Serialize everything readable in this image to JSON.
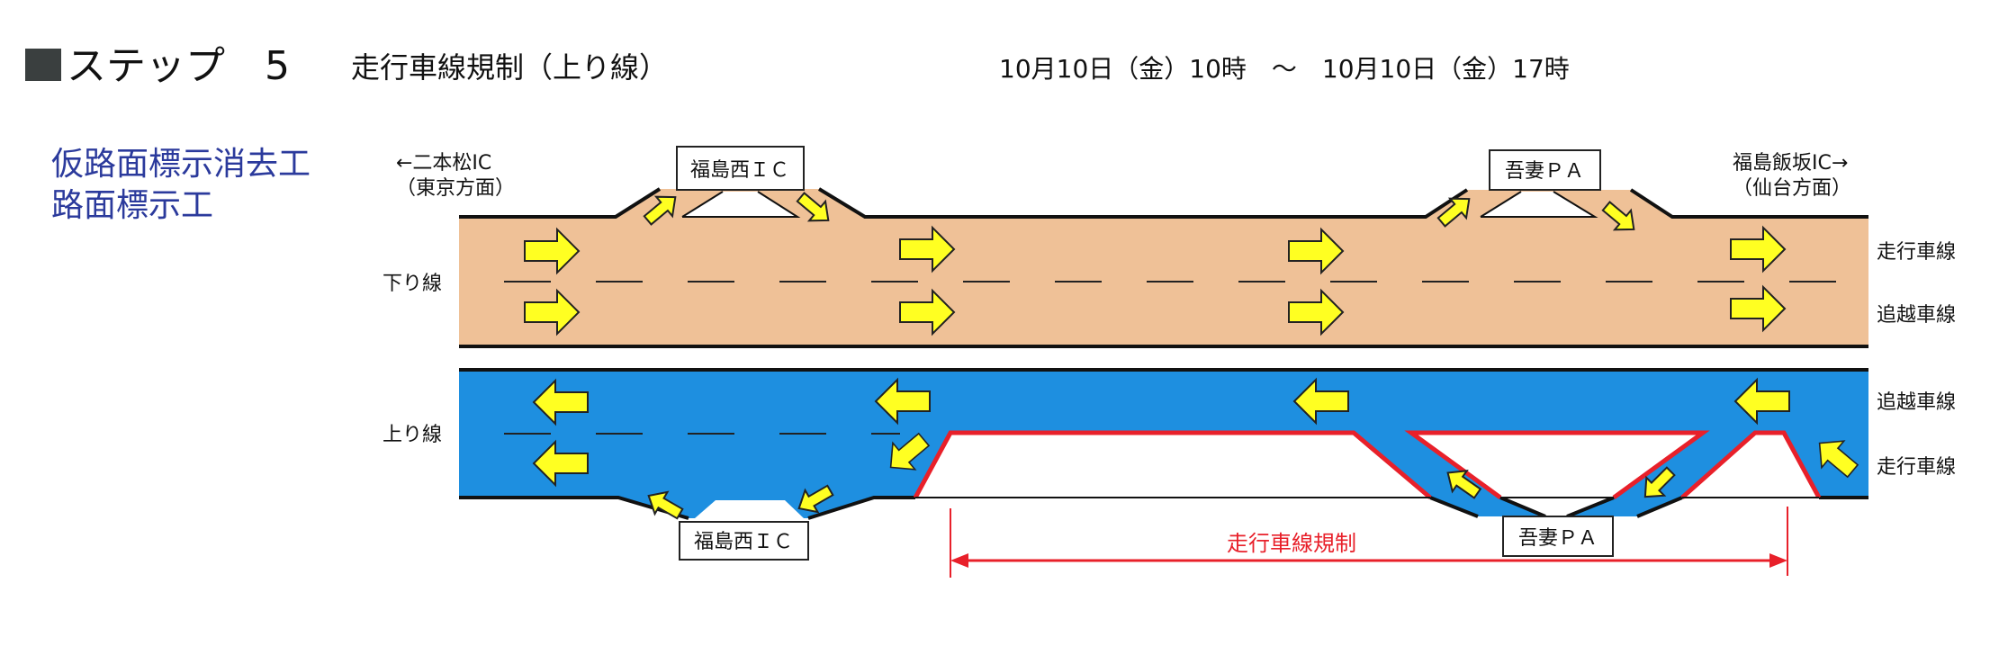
{
  "header": {
    "step": "ステップ　5",
    "title": "走行車線規制（上り線）",
    "period": "10月10日（金）10時　～　10月10日（金）17時"
  },
  "work_items": [
    "仮路面標示消去工",
    "路面標示工"
  ],
  "directions": {
    "left_line1": "←二本松IC",
    "left_line2": "（東京方面）",
    "right_line1": "福島飯坂IC→",
    "right_line2": "（仙台方面）"
  },
  "roads": {
    "down_label": "下り線",
    "up_label": "上り線",
    "down_lanes": [
      "走行車線",
      "追越車線"
    ],
    "up_lanes": [
      "追越車線",
      "走行車線"
    ]
  },
  "facilities": {
    "ic_top": "福島西ＩＣ",
    "pa_top": "吾妻ＰＡ",
    "ic_bottom": "福島西ＩＣ",
    "pa_bottom": "吾妻ＰＡ"
  },
  "restriction_label": "走行車線規制",
  "colors": {
    "down_road": "#efc197",
    "up_road": "#1e8fe0",
    "arrow": "#ffff22",
    "restriction": "#e8202a",
    "work_text": "#2b3a9c"
  }
}
